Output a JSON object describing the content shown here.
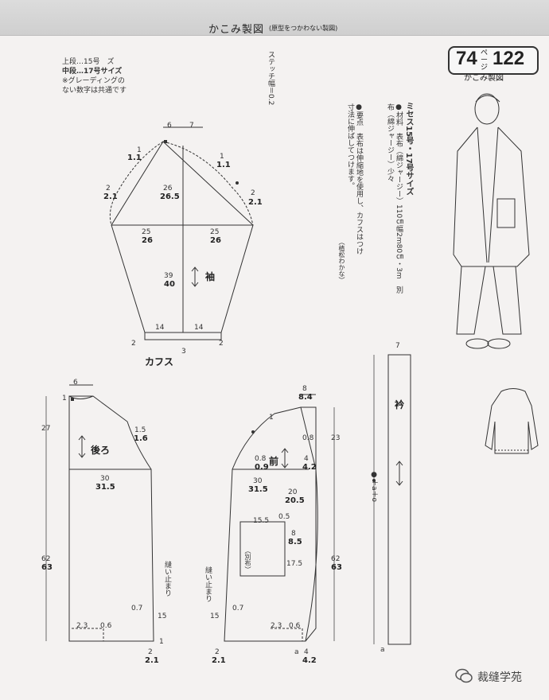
{
  "header": {
    "title": "かこみ製図",
    "subtitle": "(原型をつかわない製図)"
  },
  "badge": {
    "left_num": "74",
    "page_word": "ページ",
    "right_num": "122",
    "label": "かこみ製図"
  },
  "legend": {
    "line1": "上段…15号　ズ",
    "line2": "中段…17号サイズ",
    "line3": "※グレーディングの",
    "line4": "ない数字は共通です"
  },
  "stitch": "ステッチ幅＝0.2",
  "size_title": "ミセス15号・17号サイズ",
  "materials": "●材料　表布（綿ジャージー）110㎝幅2m80㎝・3m　別布（綿ジャージー）少々",
  "points": "●要点　表布は伸縮地を使用し、カフスはつけ寸法に伸ばしてつけます。",
  "credit": "（植松わかな）",
  "labels": {
    "sleeve": "袖",
    "cuffs": "カフス",
    "back": "後ろ",
    "front": "前",
    "collar": "衿",
    "separate": "（別布）",
    "stop1": "縫い止まり",
    "stop2": "縫い止まり"
  },
  "watermark": "裁缝学苑"
}
